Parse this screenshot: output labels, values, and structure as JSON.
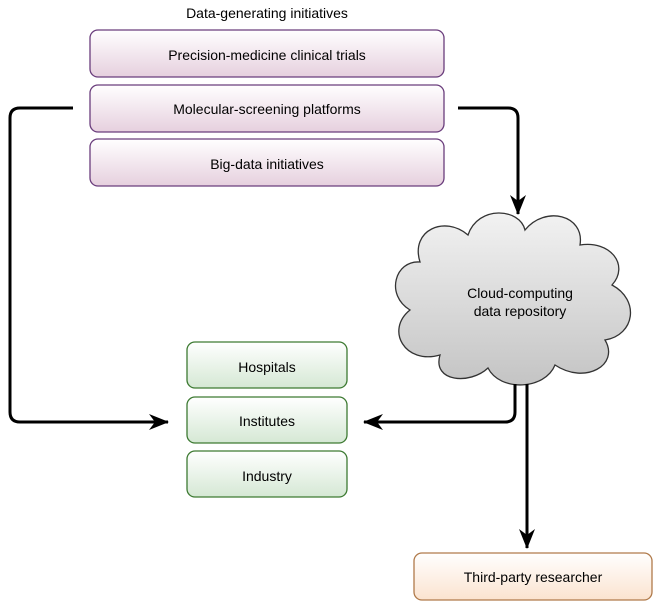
{
  "group_title": "Data-generating initiatives",
  "initiatives": [
    {
      "label": "Precision-medicine clinical trials"
    },
    {
      "label": "Molecular-screening platforms"
    },
    {
      "label": "Big-data initiatives"
    }
  ],
  "repository": {
    "line1": "Cloud-computing",
    "line2": "data repository"
  },
  "institutions": [
    {
      "label": "Hospitals"
    },
    {
      "label": "Institutes"
    },
    {
      "label": "Industry"
    }
  ],
  "researcher": {
    "label": "Third-party researcher"
  },
  "colors": {
    "initiative_fill_top": "#ffffff",
    "initiative_fill_bottom": "#e6d0de",
    "initiative_stroke": "#6a3d7c",
    "institution_fill_top": "#ffffff",
    "institution_fill_bottom": "#d5e8d4",
    "institution_stroke": "#3d7a32",
    "researcher_fill_top": "#ffffff",
    "researcher_fill_bottom": "#fbe3cf",
    "researcher_stroke": "#b07a4a",
    "cloud_fill_top": "#f2f2f2",
    "cloud_fill_bottom": "#c4c4c4",
    "cloud_stroke": "#333333",
    "arrow": "#000000"
  }
}
